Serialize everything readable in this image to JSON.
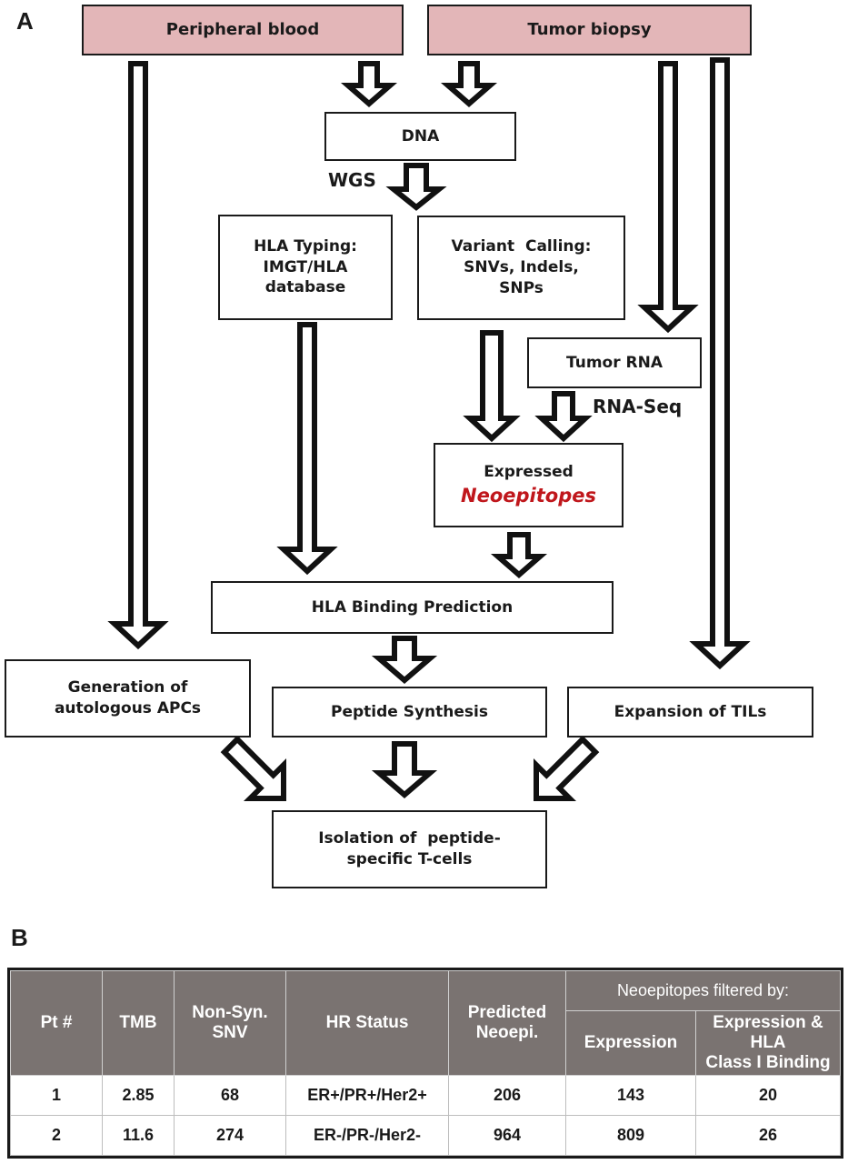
{
  "panels": {
    "a": "A",
    "b": "B"
  },
  "flow": {
    "peripheral_blood": "Peripheral blood",
    "tumor_biopsy": "Tumor biopsy",
    "dna": "DNA",
    "wgs": "WGS",
    "hla_typing": [
      "HLA Typing:",
      "IMGT/HLA",
      "database"
    ],
    "variant_calling": [
      "Variant  Calling:",
      "SNVs, Indels,",
      "SNPs"
    ],
    "tumor_rna": "Tumor RNA",
    "rna_seq": "RNA-Seq",
    "expressed": "Expressed",
    "neoepitopes": "Neoepitopes",
    "hla_binding": "HLA Binding Prediction",
    "apcs": [
      "Generation of",
      "autologous APCs"
    ],
    "peptide_synthesis": "Peptide Synthesis",
    "tils": "Expansion of TILs",
    "isolation": [
      "Isolation of  peptide-",
      "specific T-cells"
    ]
  },
  "colors": {
    "source_box": "#e3b6b8",
    "neoepitope_text": "#c0171c",
    "table_header": "#7a7371"
  },
  "table": {
    "headers": {
      "pt": "Pt #",
      "tmb": "TMB",
      "nonsyn": [
        "Non-Syn.",
        "SNV"
      ],
      "hr": "HR Status",
      "pred": [
        "Predicted",
        "Neoepi."
      ],
      "group": "Neoepitopes filtered by:",
      "expr": "Expression",
      "expr_hla": [
        "Expression & HLA",
        "Class I Binding"
      ]
    },
    "rows": [
      {
        "pt": "1",
        "tmb": "2.85",
        "snv": "68",
        "hr": "ER+/PR+/Her2+",
        "pred": "206",
        "expr": "143",
        "hla": "20"
      },
      {
        "pt": "2",
        "tmb": "11.6",
        "snv": "274",
        "hr": "ER-/PR-/Her2-",
        "pred": "964",
        "expr": "809",
        "hla": "26"
      }
    ]
  }
}
